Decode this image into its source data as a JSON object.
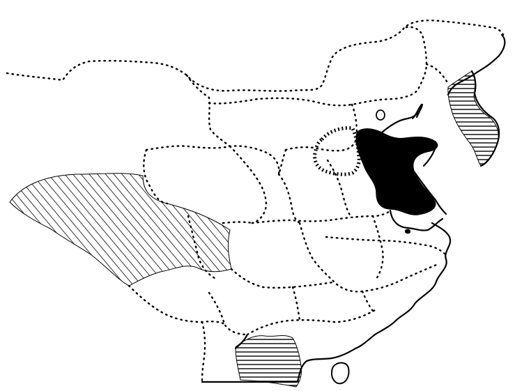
{
  "map": {
    "style": "black-and-white historical regional map",
    "colors": {
      "ink": "#000000",
      "background": "#ffffff"
    },
    "regions": [
      {
        "name": "solid-black-region",
        "fill": "solid"
      },
      {
        "name": "diagonal-hatched-west-region",
        "fill": "diagonal-hatch"
      },
      {
        "name": "horizontal-hatched-peninsula-region",
        "fill": "horizontal-hatch"
      },
      {
        "name": "horizontal-hatched-south-region",
        "fill": "horizontal-hatch"
      },
      {
        "name": "dashed-enclave-region",
        "fill": "none"
      }
    ]
  }
}
